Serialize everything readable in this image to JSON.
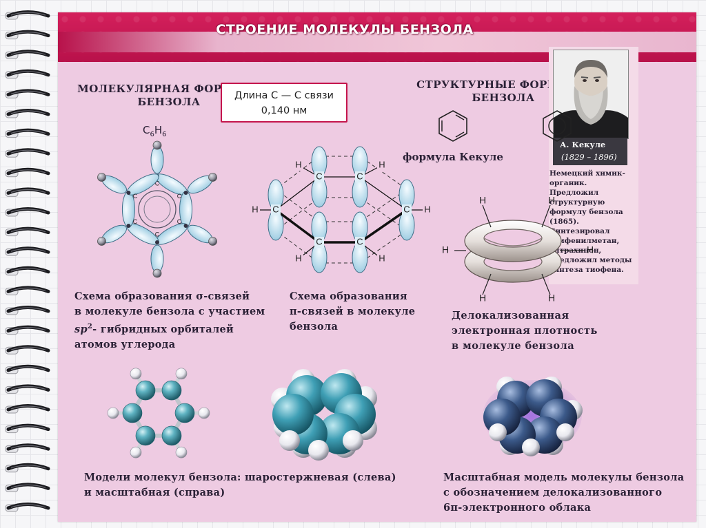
{
  "title": "СТРОЕНИЕ МОЛЕКУЛЫ БЕНЗОЛА",
  "molecular_formula": {
    "heading_line1": "МОЛЕКУЛЯРНАЯ ФОРМУЛА",
    "heading_line2": "БЕНЗОЛА",
    "formula_c": "C",
    "formula_c_sub": "6",
    "formula_h": "H",
    "formula_h_sub": "6"
  },
  "bond_length_box": {
    "line1": "Длина С — С связи",
    "line2": "0,140 нм"
  },
  "structural_formulas": {
    "heading_line1": "СТРУКТУРНЫЕ ФОРМУЛЫ",
    "heading_line2": "БЕНЗОЛА",
    "kekule_label": "формула Кекуле"
  },
  "portrait": {
    "name": "А. Кекуле",
    "years": "(1829 – 1896)",
    "bio": "Немецкий химик-органик. Предложил структурную формулу бензола (1865). Синтезировал трифенилметан, антрахинон, предложил методы синтеза тиофена."
  },
  "atom_labels": {
    "carbon": "C",
    "hydrogen": "H"
  },
  "captions": {
    "sigma_line1": "Схема образования σ-связей",
    "sigma_line2": "в молекуле бензола с участием",
    "sigma_line3_sp": "sp",
    "sigma_line3_sup": "2",
    "sigma_line3_rest": "- гибридных орбиталей",
    "sigma_line4": "атомов углерода",
    "pi_line1": "Схема образования",
    "pi_line2": "π-связей в молекуле",
    "pi_line3": "бензола",
    "deloc_line1": "Делокализованная",
    "deloc_line2": "электронная плотность",
    "deloc_line3": "в молекуле бензола",
    "models_line1": "Модели молекул бензола: шаростержневая (слева)",
    "models_line2": "и масштабная (справа)",
    "scale_line1": "Масштабная модель молекулы бензола",
    "scale_line2": "с обозначением делокализованного",
    "scale_line3": "6π-электронного облака"
  },
  "colors": {
    "banner": "#c8174f",
    "sheet": "#eecbe2",
    "orbital": "#b9dfee",
    "ball_carbon": "#4ea8b8",
    "scale_carbon": "#3f9fb5",
    "scale_deloc": "#3c5a8a",
    "cloud": "#8a62c4"
  }
}
